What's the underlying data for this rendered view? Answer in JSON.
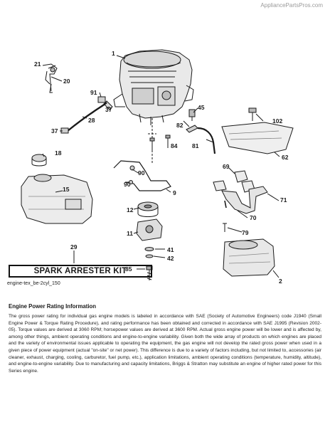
{
  "watermark": "AppliancePartsPros.com",
  "callouts": {
    "c1": "1",
    "c21": "21",
    "c20": "20",
    "c91": "91",
    "c37a": "37",
    "c28": "28",
    "c37b": "37",
    "c45": "45",
    "c102": "102",
    "c82": "82",
    "c84": "84",
    "c81": "81",
    "c62": "62",
    "c18": "18",
    "c90a": "90",
    "c90b": "90",
    "c9": "9",
    "c69": "69",
    "c71": "71",
    "c15": "15",
    "c12": "12",
    "c70": "70",
    "c11": "11",
    "c79": "79",
    "c29": "29",
    "c41": "41",
    "c42": "42",
    "c85": "85",
    "c2": "2"
  },
  "kit_label": "SPARK ARRESTER KIT",
  "file_tag": "engine-tex_be-2cyl_150",
  "info": {
    "title": "Engine Power Rating Information",
    "body": "The gross power rating for individual gas engine models is labeled in accordance with SAE (Society of Automotive Engineers) code J1940 (Small Engine Power & Torque Rating Procedure), and rating performance has been obtained and corrected in accordance with SAE J1995 (Revision 2002-05). Torque values are derived at 3060 RPM; horsepower values are derived at 3600 RPM. Actual gross engine power will be lower and is affected by, among other things, ambient operating conditions and engine-to-engine variability. Given both the wide array of products on which engines are placed and the variety of environmental issues applicable to operating the equipment, the gas engine will not develop the rated gross power when used in a given piece of power equipment (actual \"on-site\" or net power). This difference is due to a variety of factors including, but not limited to, accessories (air cleaner, exhaust, charging, cooling, carburetor, fuel pump, etc.), application limitations, ambient operating conditions (temperature, humidity, altitude), and engine-to-engine variability. Due to manufacturing and capacity limitations, Briggs & Stratton may substitute an engine of higher rated power for this Series engine."
  }
}
